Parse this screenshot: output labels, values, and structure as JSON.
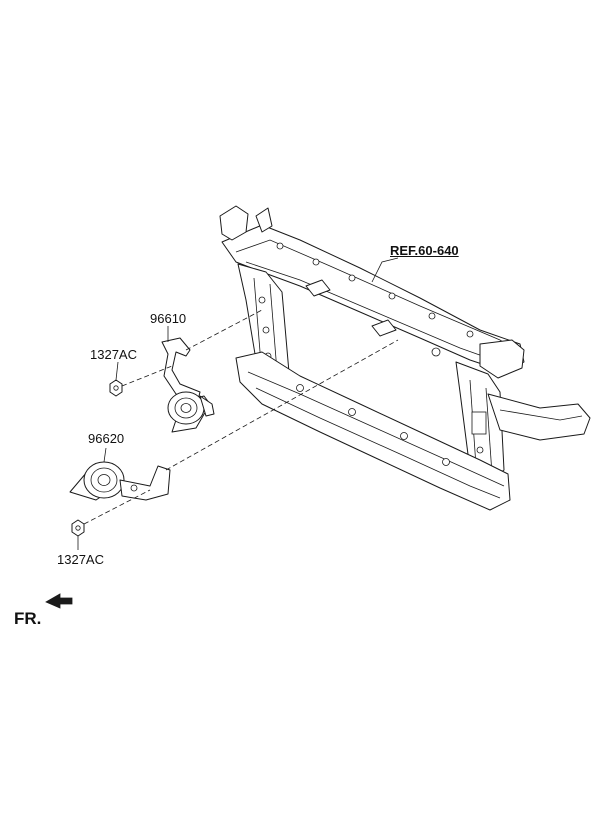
{
  "labels": {
    "ref": "REF.60-640",
    "horn_high": "96610",
    "horn_low": "96620",
    "nut_upper": "1327AC",
    "nut_lower": "1327AC",
    "front": "FR."
  }
}
